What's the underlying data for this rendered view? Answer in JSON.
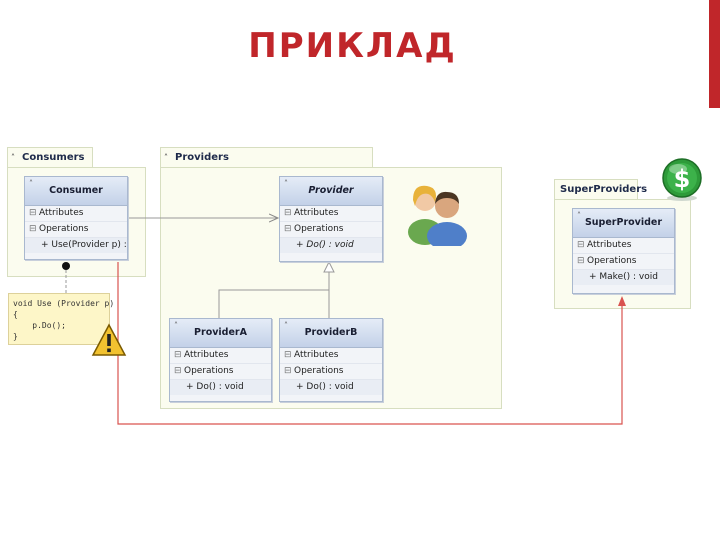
{
  "title": "ПРИКЛАД",
  "colors": {
    "accent": "#c0262a",
    "class_header": "#c3d1e8",
    "package_bg": "#fbfcef",
    "note_bg": "#fdf6c8"
  },
  "icons": [
    "collapse-chevron-icon",
    "people-icon",
    "dollar-icon",
    "warning-icon"
  ],
  "packages": {
    "consumers": "Consumers",
    "providers": "Providers",
    "super_providers": "SuperProviders"
  },
  "labels": {
    "attributes": "Attributes",
    "operations": "Operations"
  },
  "classes": {
    "consumer": {
      "name": "Consumer",
      "operation": "+ Use(Provider p) : void"
    },
    "provider": {
      "name": "Provider",
      "operation": "+ Do() : void"
    },
    "provider_a": {
      "name": "ProviderA",
      "operation": "+ Do() : void"
    },
    "provider_b": {
      "name": "ProviderB",
      "operation": "+ Do() : void"
    },
    "super_provider": {
      "name": "SuperProvider",
      "operation": "+ Make() : void"
    }
  },
  "note": {
    "line1": "void Use (Provider p)",
    "line2": "{",
    "line3": "    p.Do();",
    "line4": "}"
  }
}
